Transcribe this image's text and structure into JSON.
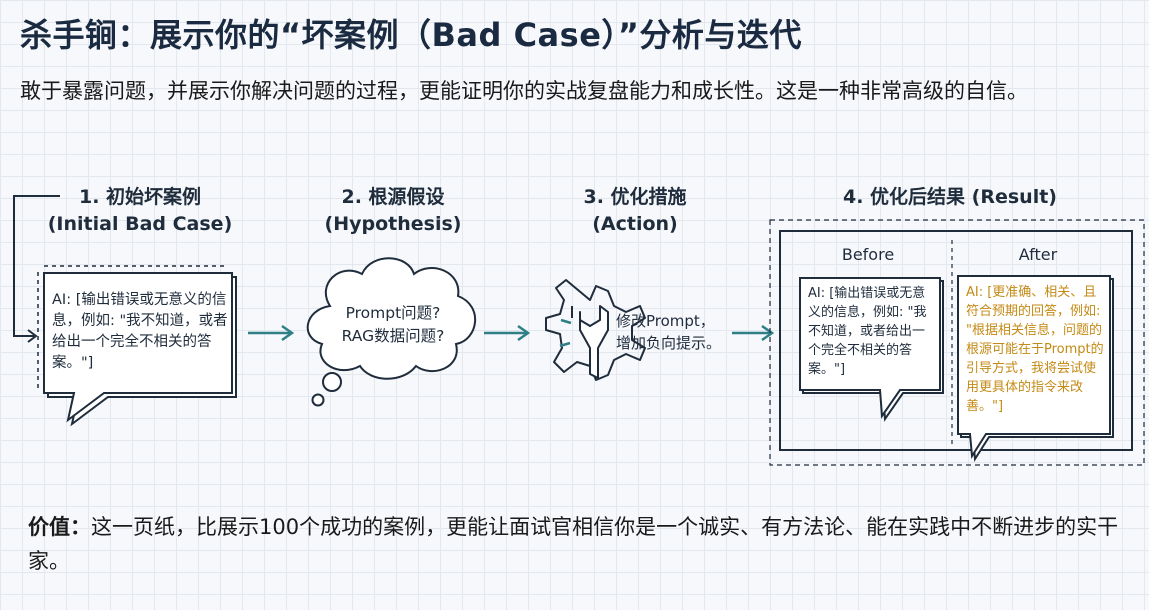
{
  "header": {
    "title": "杀手锏：展示你的“坏案例（Bad Case）”分析与迭代",
    "subtitle": "敢于暴露问题，并展示你解决问题的过程，更能证明你的实战复盘能力和成长性。这是一种非常高级的自信。"
  },
  "steps": [
    {
      "title_line1": "1. 初始坏案例",
      "title_line2": "(Initial Bad Case)",
      "content": "AI: [输出错误或无意义的信息，例如: \"我不知道，或者给出一个完全不相关的答案。\"]"
    },
    {
      "title_line1": "2. 根源假设",
      "title_line2": "(Hypothesis)",
      "content_line1": "Prompt问题?",
      "content_line2": "RAG数据问题?"
    },
    {
      "title_line1": "3. 优化措施",
      "title_line2": "(Action)",
      "content_line1": "修改Prompt，",
      "content_line2": "增加负向提示。"
    },
    {
      "title": "4. 优化后结果 (Result)",
      "before_label": "Before",
      "after_label": "After",
      "before_text": "AI: [输出错误或无意义的信息，例如: \"我不知道，或者给出一个完全不相关的答案。\"]",
      "after_text": "AI: [更准确、相关、且符合预期的回答，例如: \"根据相关信息，问题的根源可能在于Prompt的引导方式，我将尝试使用更具体的指令来改善。\"]"
    }
  ],
  "colors": {
    "ink": "#1f2c3c",
    "accent_teal": "#2f7f86",
    "after_text": "#c48a14"
  },
  "footer": {
    "lead": "价值：",
    "text": "这一页纸，比展示100个成功的案例，更能让面试官相信你是一个诚实、有方法论、能在实践中不断进步的实干家。"
  }
}
